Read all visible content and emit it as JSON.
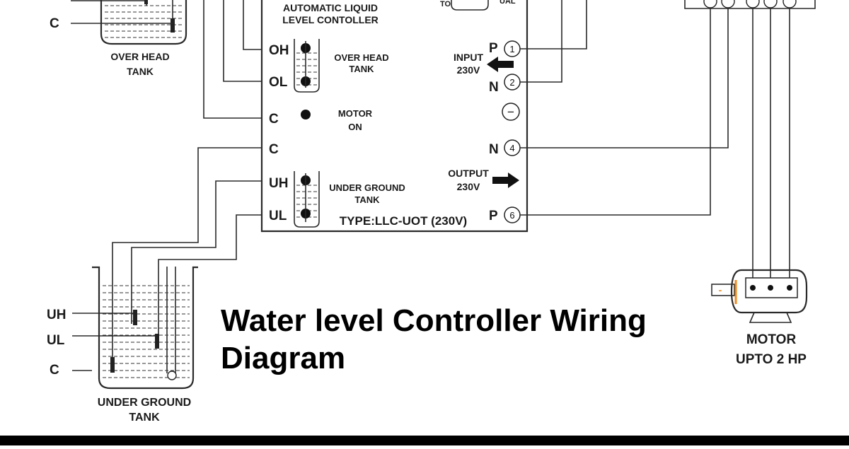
{
  "diagram": {
    "title_line1": "Water level Controller Wiring",
    "title_line2": "Diagram",
    "controller": {
      "title_line1": "AUTOMATIC LIQUID",
      "title_line2": "LEVEL CONTOLLER",
      "type_label": "TYPE:LLC-UOT (230V)",
      "left_terminals": [
        "OH",
        "OL",
        "C",
        "C",
        "UH",
        "UL"
      ],
      "right_letters": [
        "P",
        "N",
        "N",
        "P"
      ],
      "terminal_numbers": [
        "1",
        "2",
        "4",
        "6"
      ],
      "minus_symbol": "−",
      "overhead_label_line1": "OVER HEAD",
      "overhead_label_line2": "TANK",
      "motor_on_line1": "MOTOR",
      "motor_on_line2": "ON",
      "underground_label_line1": "UNDER GROUND",
      "underground_label_line2": "TANK",
      "input_label_line1": "INPUT",
      "input_label_line2": "230V",
      "output_label_line1": "OUTPUT",
      "output_label_line2": "230V",
      "switch_left": "TO",
      "switch_right": "UAL"
    },
    "overhead_tank": {
      "label_line1": "OVER HEAD",
      "label_line2": "TANK",
      "probe_label": "C"
    },
    "underground_tank": {
      "label_line1": "UNDER GROUND",
      "label_line2": "TANK",
      "probe_labels": [
        "UH",
        "UL",
        "C"
      ]
    },
    "motor": {
      "label_line1": "MOTOR",
      "label_line2": "UPTO 2 HP",
      "terminal_mark": "-"
    },
    "colors": {
      "accent_orange": "#f08a1c",
      "line": "#2a2a2a"
    }
  }
}
